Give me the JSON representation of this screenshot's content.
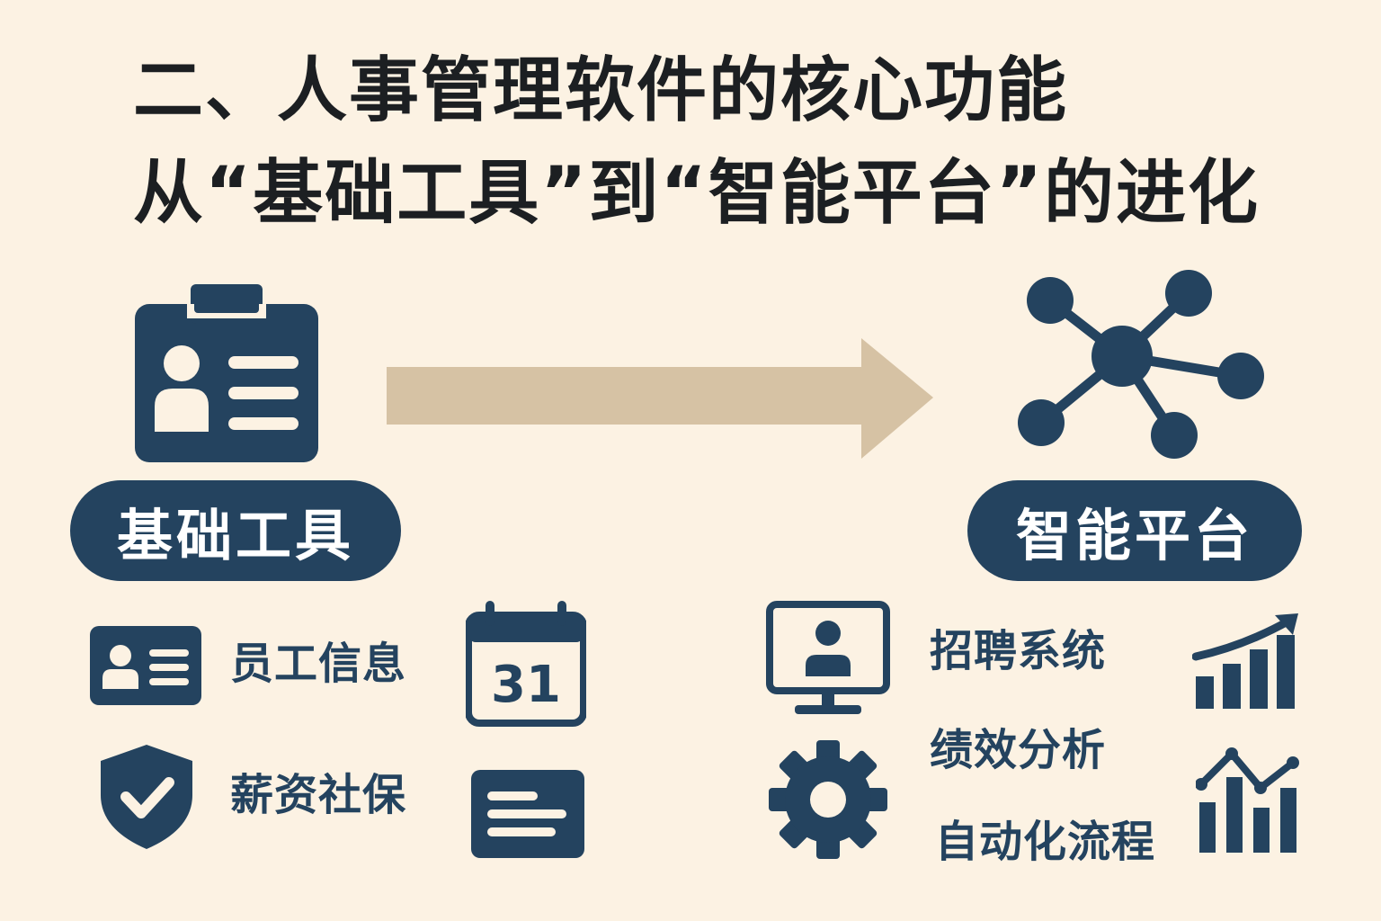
{
  "title": {
    "line1": "二、人事管理软件的核心功能",
    "line2": "从“基础工具”到“智能平台”的进化"
  },
  "colors": {
    "background": "#fcf2e3",
    "primary": "#24435f",
    "arrow": "#d6c2a4",
    "title_text": "#1c1f22"
  },
  "left": {
    "pill_label": "基础工具",
    "main_icon": "employee-id-badge-icon",
    "features": [
      {
        "icon": "id-card-icon",
        "label": "员工信息"
      },
      {
        "icon": "calendar-icon",
        "calendar_day": "31"
      },
      {
        "icon": "shield-check-icon",
        "label": "薪资社保"
      },
      {
        "icon": "document-card-icon"
      }
    ]
  },
  "center": {
    "icon": "right-arrow-icon"
  },
  "right": {
    "pill_label": "智能平台",
    "main_icon": "network-hub-icon",
    "features": [
      {
        "icon": "monitor-user-icon",
        "label": "招聘系统"
      },
      {
        "label": "绩效分析"
      },
      {
        "icon": "gear-icon",
        "label": "自动化流程"
      },
      {
        "icon": "rising-bar-chart-icon"
      },
      {
        "icon": "line-bar-chart-icon"
      }
    ]
  }
}
